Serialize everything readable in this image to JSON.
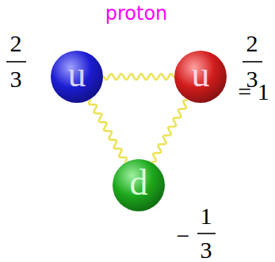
{
  "diagram": {
    "nodes": [
      {
        "text": [
          "proton"
        ]
      },
      {
        "text": [
          "u"
        ],
        "in": 0
      },
      {
        "text": [
          "u"
        ],
        "in": 0
      },
      {
        "text": [
          "d"
        ],
        "in": 0
      }
    ],
    "edges": [
      {
        "from": 1,
        "to": 2,
        "arrow": "none"
      },
      {
        "from": 1,
        "to": 3,
        "arrow": "none"
      },
      {
        "from": 2,
        "to": 3,
        "arrow": "none"
      }
    ],
    "labels": [
      "2",
      "3",
      "2",
      "3",
      "= 1",
      "−",
      "1",
      "3"
    ]
  }
}
